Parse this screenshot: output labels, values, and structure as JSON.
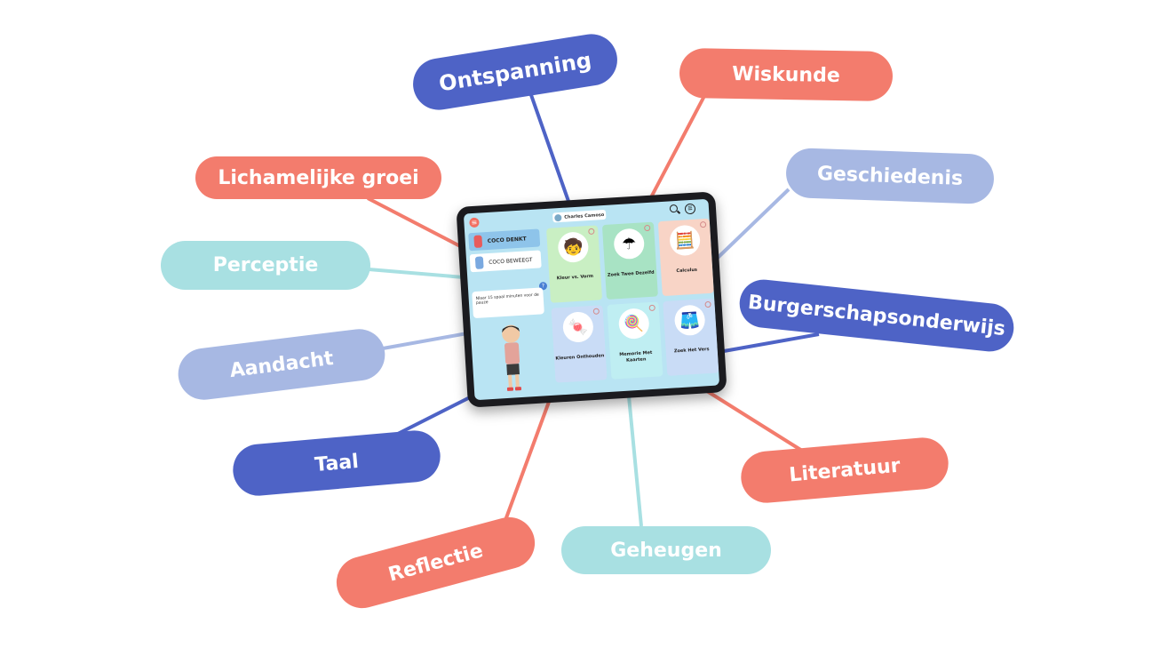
{
  "colors": {
    "blue": "#4e63c6",
    "coral": "#f37c6d",
    "light_blue": "#a7b8e3",
    "teal": "#a8e0e2"
  },
  "topics": [
    {
      "label": "Ontspanning",
      "color": "blue"
    },
    {
      "label": "Wiskunde",
      "color": "coral"
    },
    {
      "label": "Geschiedenis",
      "color": "light_blue"
    },
    {
      "label": "Lichamelijke groei",
      "color": "coral"
    },
    {
      "label": "Perceptie",
      "color": "teal"
    },
    {
      "label": "Burgerschapsonderwijs",
      "color": "blue"
    },
    {
      "label": "Aandacht",
      "color": "light_blue"
    },
    {
      "label": "Taal",
      "color": "blue"
    },
    {
      "label": "Literatuur",
      "color": "coral"
    },
    {
      "label": "Reflectie",
      "color": "coral"
    },
    {
      "label": "Geheugen",
      "color": "teal"
    }
  ],
  "tablet": {
    "user_name": "Charles Camoso",
    "side_items": [
      "COCO DENKT",
      "COCO BEWEEGT"
    ],
    "bubble_text": "Nlaar 15 spaal minuten voor de pauze",
    "help_label": "?",
    "cards": [
      {
        "label": "Kleur vs. Vorm",
        "bg": "#c9efc3",
        "icon": "boy-icon"
      },
      {
        "label": "Zoek Twee Dezelfd",
        "bg": "#a8e3c4",
        "icon": "umbrella-icon"
      },
      {
        "label": "Calculus",
        "bg": "#f8d4c6",
        "icon": "abacus-icon"
      },
      {
        "label": "Kleuren Onthouden",
        "bg": "#c9dcf6",
        "icon": "gumball-icon"
      },
      {
        "label": "Memorie Met Kaarten",
        "bg": "#bfeef2",
        "icon": "candy-icon"
      },
      {
        "label": "Zoek Het Vers",
        "bg": "#c9dcf6",
        "icon": "shorts-icon"
      }
    ]
  }
}
